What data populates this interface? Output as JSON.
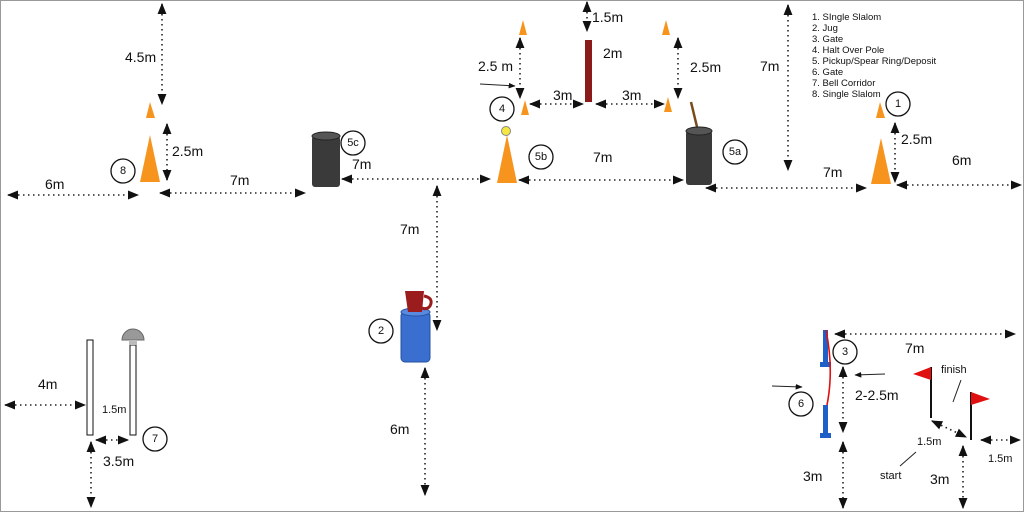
{
  "title": "Mounted games course layout",
  "legend": [
    "1. SIngle Slalom",
    "2. Jug",
    "3. Gate",
    "4. Halt Over Pole",
    "5. Pickup/Spear Ring/Deposit",
    "6. Gate",
    "7. Bell Corridor",
    "8. Single Slalom"
  ],
  "markers": {
    "m1": "1",
    "m2": "2",
    "m3": "3",
    "m4": "4",
    "m5a": "5a",
    "m5b": "5b",
    "m5c": "5c",
    "m6": "6",
    "m7": "7",
    "m8": "8"
  },
  "dims": {
    "d_4_5m": "4.5m",
    "d_8_2_5m": "2.5m",
    "d_left_6m": "6m",
    "d_8_5c_7m": "7m",
    "d_5c_7m": "7m",
    "d_center_7m": "7m",
    "d_jug_6m": "6m",
    "d_pole_2_5m": "2.5 m",
    "d_top_1_5m": "1.5m",
    "d_pole_2m": "2m",
    "d_3m_a": "3m",
    "d_3m_b": "3m",
    "d_right_2_5m": "2.5m",
    "d_5b_5a_7m": "7m",
    "d_vert_7m": "7m",
    "d_5a_1_7m": "7m",
    "d_1_2_5m": "2.5m",
    "d_right_6m": "6m",
    "d_bell_4m": "4m",
    "d_bell_1_5m": "1.5m",
    "d_bell_3_5m": "3.5m",
    "d_gate_7m": "7m",
    "d_gate_2_2_5m": "2-2.5m",
    "d_gate_3m": "3m",
    "d_flag_1_5m": "1.5m",
    "d_flag_3m": "3m",
    "d_flag_right_1_5m": "1.5m"
  },
  "labels": {
    "finish": "finish",
    "start": "start"
  },
  "colors": {
    "cone": "#f7941d",
    "drum": "#3a3a3a",
    "jug": "#3a6fd0",
    "pole": "#8b1a1a",
    "flag": "#e01010",
    "gate": "#1e5fc8"
  }
}
